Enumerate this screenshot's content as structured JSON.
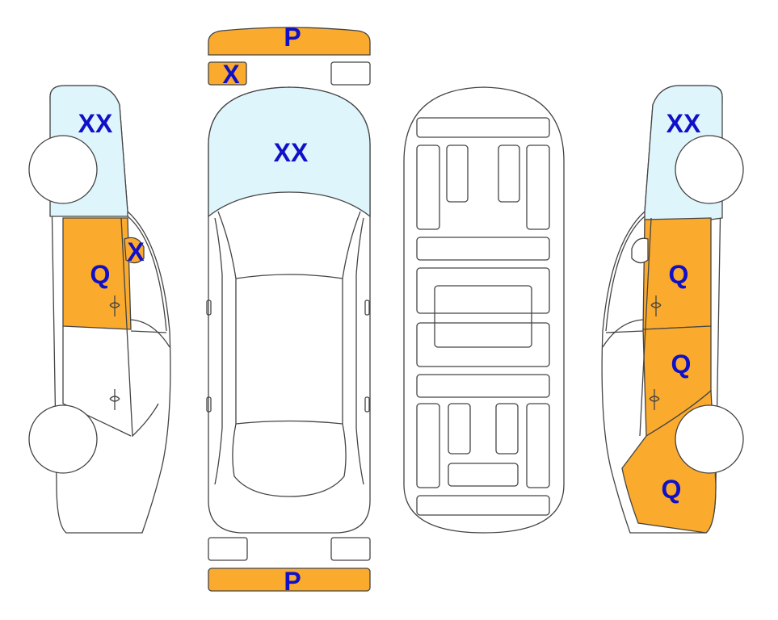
{
  "colors": {
    "damaged": "#FAAA2D",
    "glass": "#DFF5FC",
    "outline": "#444444",
    "label": "#1010C8",
    "body": "#FFFFFF"
  },
  "labels": {
    "front_bumper": "P",
    "rear_bumper": "P",
    "top_headlight_left": "X",
    "top_windshield": "XX",
    "left_windshield": "XX",
    "left_front_door": "Q",
    "left_mirror": "X",
    "right_windshield": "XX",
    "right_front_door": "Q",
    "right_rear_door": "Q",
    "right_rear_quarter": "Q"
  }
}
